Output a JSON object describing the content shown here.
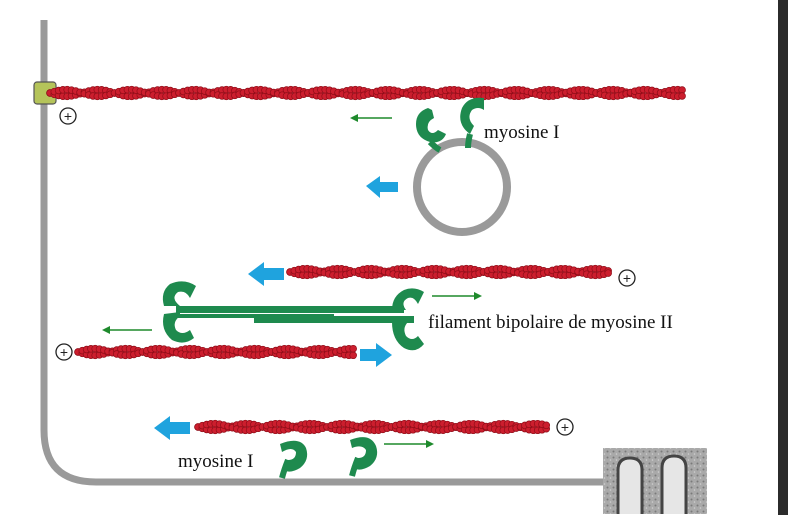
{
  "labels": {
    "myosin_top": "myosine I",
    "bipolar": "filament bipolaire de myosine II",
    "myosin_bottom": "myosine I"
  },
  "plus_end_symbol": "+",
  "colors": {
    "actin": "#cc1e2e",
    "actin_dark": "#8f0d18",
    "myosin": "#1e8a4e",
    "membrane": "#9a9a9a",
    "cargo_arrow": "#1fa3de",
    "motion_arrow": "#1e8a2c",
    "anchor": "#b5c45a"
  },
  "icons": [
    "blue-arrow-icon",
    "green-arrow-icon",
    "plus-circle-icon",
    "myosin-head-icon",
    "anchor-protein-icon",
    "micrograph-thumbnail"
  ]
}
